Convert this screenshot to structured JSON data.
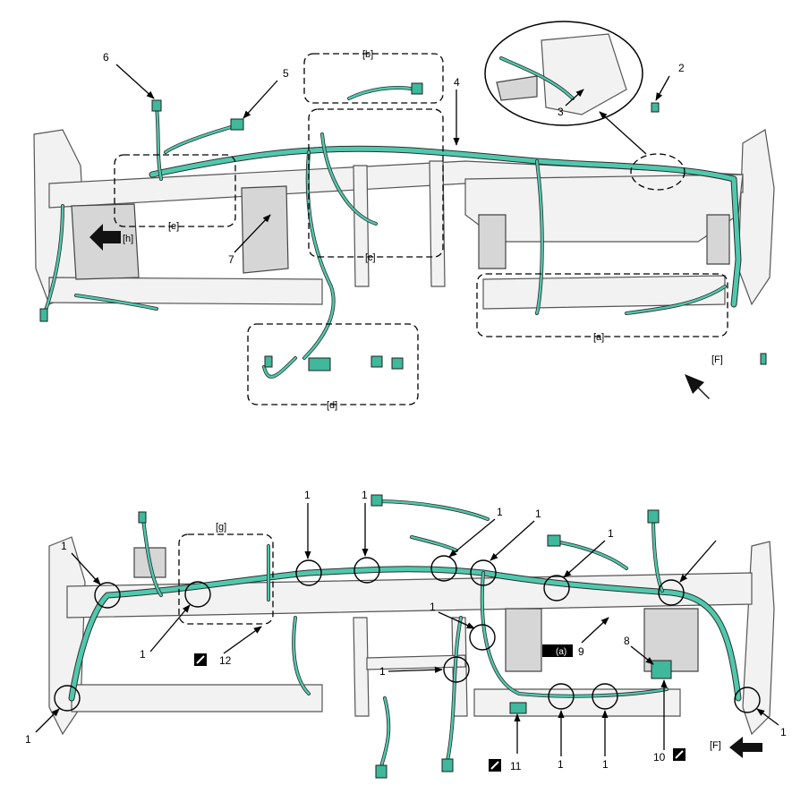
{
  "top_view": {
    "callouts": [
      "6",
      "5",
      "4",
      "2",
      "3",
      "7"
    ],
    "box_labels": {
      "a": "[a]",
      "b": "[b]",
      "c": "[c]",
      "d": "[d]",
      "e": "[e]",
      "h": "[h]"
    },
    "front_label": "[F]"
  },
  "bottom_view": {
    "clamp_label": "1",
    "callouts": {
      "g": "[g]",
      "n12": "12",
      "n11": "11",
      "n10": "10",
      "n9": "9",
      "n8": "8"
    },
    "tool_label": "(a)",
    "front_label": "[F]"
  },
  "colors": {
    "harness": "#4fc9ad",
    "frame": "#f2f2f2",
    "outline": "#2e2e2e"
  }
}
